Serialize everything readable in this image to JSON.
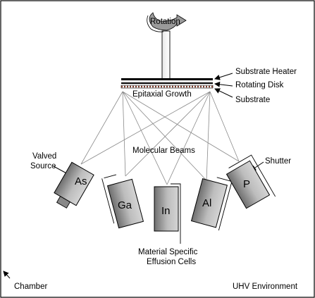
{
  "diagram": {
    "rotation_label": "Rotation",
    "epitaxial_growth_label": "Epitaxial Growth",
    "molecular_beams_label": "Molecular Beams",
    "valved_source_label_line1": "Valved",
    "valved_source_label_line2": "Source",
    "shutter_label": "Shutter",
    "substrate_heater_label": "Substrate Heater",
    "rotating_disk_label": "Rotating Disk",
    "substrate_label": "Substrate",
    "effusion_cells_label_line1": "Material Specific",
    "effusion_cells_label_line2": "Effusion Cells",
    "chamber_label": "Chamber",
    "environment_label": "UHV Environment",
    "cells": [
      {
        "label": "As"
      },
      {
        "label": "Ga"
      },
      {
        "label": "In"
      },
      {
        "label": "Al"
      },
      {
        "label": "P"
      }
    ]
  },
  "colors": {
    "cell_gradient_dark": "#6f6f6f",
    "cell_gradient_light": "#d4d4d4",
    "rotation_arrow": "#9a9a9a",
    "beam_line": "#8a8a8a"
  }
}
